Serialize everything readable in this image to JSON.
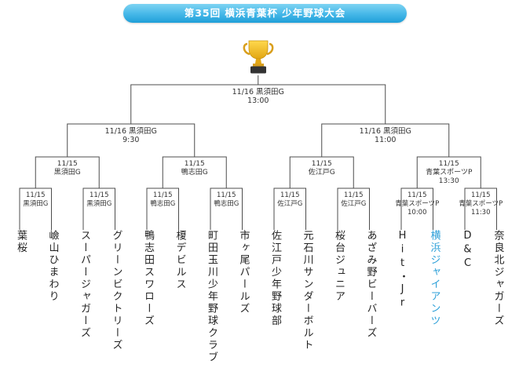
{
  "title": "第35回 横浜青葉杯 少年野球大会",
  "icons": {
    "trophy": "trophy-icon"
  },
  "colors": {
    "banner_top": "#7ed3f2",
    "banner_bottom": "#1f9fd8",
    "highlight_team": "#2b9fd8",
    "line": "#4d4d4d",
    "text": "#333333",
    "trophy_gold": "#e2a613"
  },
  "bracket": {
    "final": {
      "line1": "11/16 黒須田G",
      "line2": "13:00"
    },
    "semifinals": [
      {
        "line1": "11/16 黒須田G",
        "line2": "9:30"
      },
      {
        "line1": "11/16 黒須田G",
        "line2": "11:00"
      }
    ],
    "quarterfinals": [
      {
        "line1": "11/15",
        "line2": "黒須田G",
        "line3": ""
      },
      {
        "line1": "11/15",
        "line2": "鴨志田G",
        "line3": ""
      },
      {
        "line1": "11/15",
        "line2": "佐江戸G",
        "line3": ""
      },
      {
        "line1": "11/15",
        "line2": "青葉スポーツP",
        "line3": "13:30"
      }
    ],
    "round1": [
      {
        "line1": "11/15",
        "line2": "黒須田G",
        "line3": ""
      },
      {
        "line1": "11/15",
        "line2": "黒須田G",
        "line3": ""
      },
      {
        "line1": "11/15",
        "line2": "鴨志田G",
        "line3": ""
      },
      {
        "line1": "11/15",
        "line2": "鴨志田G",
        "line3": ""
      },
      {
        "line1": "11/15",
        "line2": "佐江戸G",
        "line3": ""
      },
      {
        "line1": "11/15",
        "line2": "佐江戸G",
        "line3": ""
      },
      {
        "line1": "11/15",
        "line2": "青葉スポーツP",
        "line3": "10:00"
      },
      {
        "line1": "11/15",
        "line2": "青葉スポーツP",
        "line3": "11:30"
      }
    ]
  },
  "teams": [
    {
      "name": "葉桜",
      "highlight": false
    },
    {
      "name": "嶮山ひまわり",
      "highlight": false
    },
    {
      "name": "スーパージャガーズ",
      "highlight": false
    },
    {
      "name": "グリーンビクトリーズ",
      "highlight": false
    },
    {
      "name": "鴨志田スワローズ",
      "highlight": false
    },
    {
      "name": "榎デビルス",
      "highlight": false
    },
    {
      "name": "町田玉川少年野球クラブ",
      "highlight": false
    },
    {
      "name": "市ヶ尾パールズ",
      "highlight": false
    },
    {
      "name": "佐江戸少年野球部",
      "highlight": false
    },
    {
      "name": "元石川サンダーボルト",
      "highlight": false
    },
    {
      "name": "桜台ジュニア",
      "highlight": false
    },
    {
      "name": "あざみ野ビーバーズ",
      "highlight": false
    },
    {
      "name": "Hit・Jr",
      "highlight": false
    },
    {
      "name": "横浜ジャイアンツ",
      "highlight": true
    },
    {
      "name": "D&C",
      "highlight": false
    },
    {
      "name": "奈良北ジャガーズ",
      "highlight": false
    }
  ]
}
